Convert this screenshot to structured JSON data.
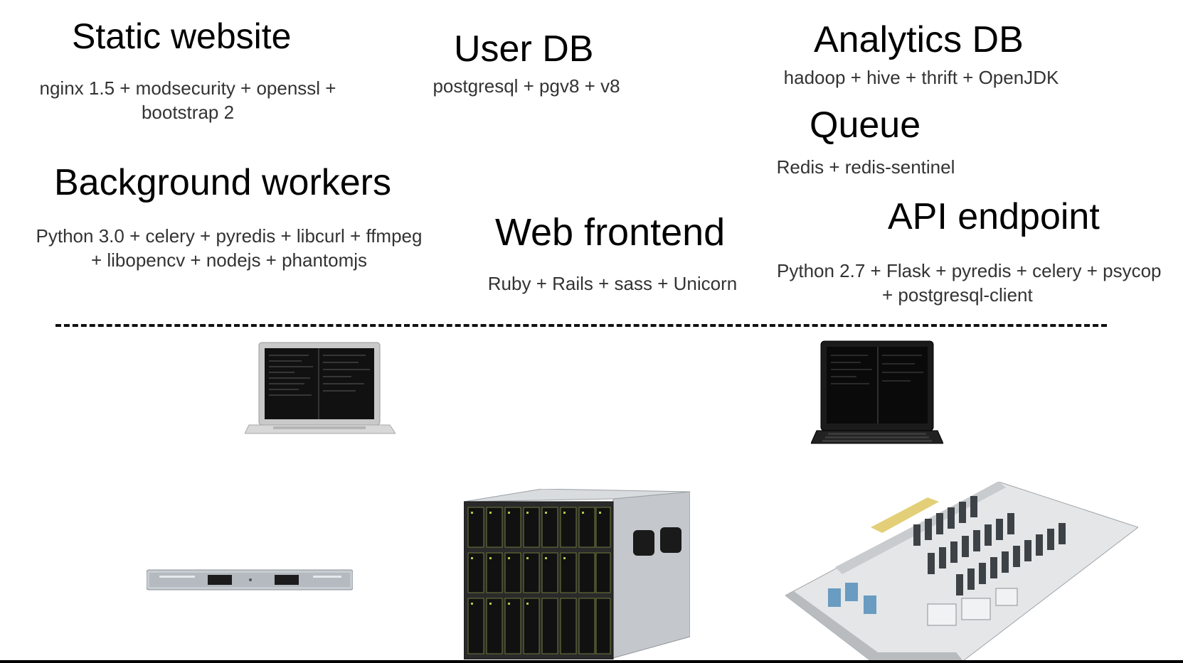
{
  "components": [
    {
      "key": "static_website",
      "title": "Static website",
      "stack_line1": "nginx 1.5 + modsecurity + openssl +",
      "stack_line2": "bootstrap 2"
    },
    {
      "key": "user_db",
      "title": "User DB",
      "stack_line1": "postgresql + pgv8 + v8"
    },
    {
      "key": "analytics_db",
      "title": "Analytics DB",
      "stack_line1": "hadoop + hive + thrift + OpenJDK"
    },
    {
      "key": "queue",
      "title": "Queue",
      "stack_line1": "Redis + redis-sentinel"
    },
    {
      "key": "background_workers",
      "title": "Background workers",
      "stack_line1": "Python 3.0 + celery + pyredis + libcurl + ffmpeg",
      "stack_line2": "+ libopencv + nodejs + phantomjs"
    },
    {
      "key": "web_frontend",
      "title": "Web frontend",
      "stack_line1": "Ruby + Rails + sass + Unicorn"
    },
    {
      "key": "api_endpoint",
      "title": "API endpoint",
      "stack_line1": "Python 2.7 + Flask + pyredis + celery + psycop",
      "stack_line2": "+ postgresql-client"
    }
  ],
  "hardware": [
    {
      "name": "laptop-silver",
      "icon": "laptop-icon"
    },
    {
      "name": "laptop-black",
      "icon": "laptop-icon"
    },
    {
      "name": "rack-server",
      "icon": "rack-server-icon"
    },
    {
      "name": "blade-chassis",
      "icon": "blade-chassis-icon"
    },
    {
      "name": "datacenter",
      "icon": "datacenter-icon"
    }
  ],
  "colors": {
    "background": "#ffffff",
    "text": "#000000",
    "subtext": "#333333",
    "divider": "#111111"
  }
}
